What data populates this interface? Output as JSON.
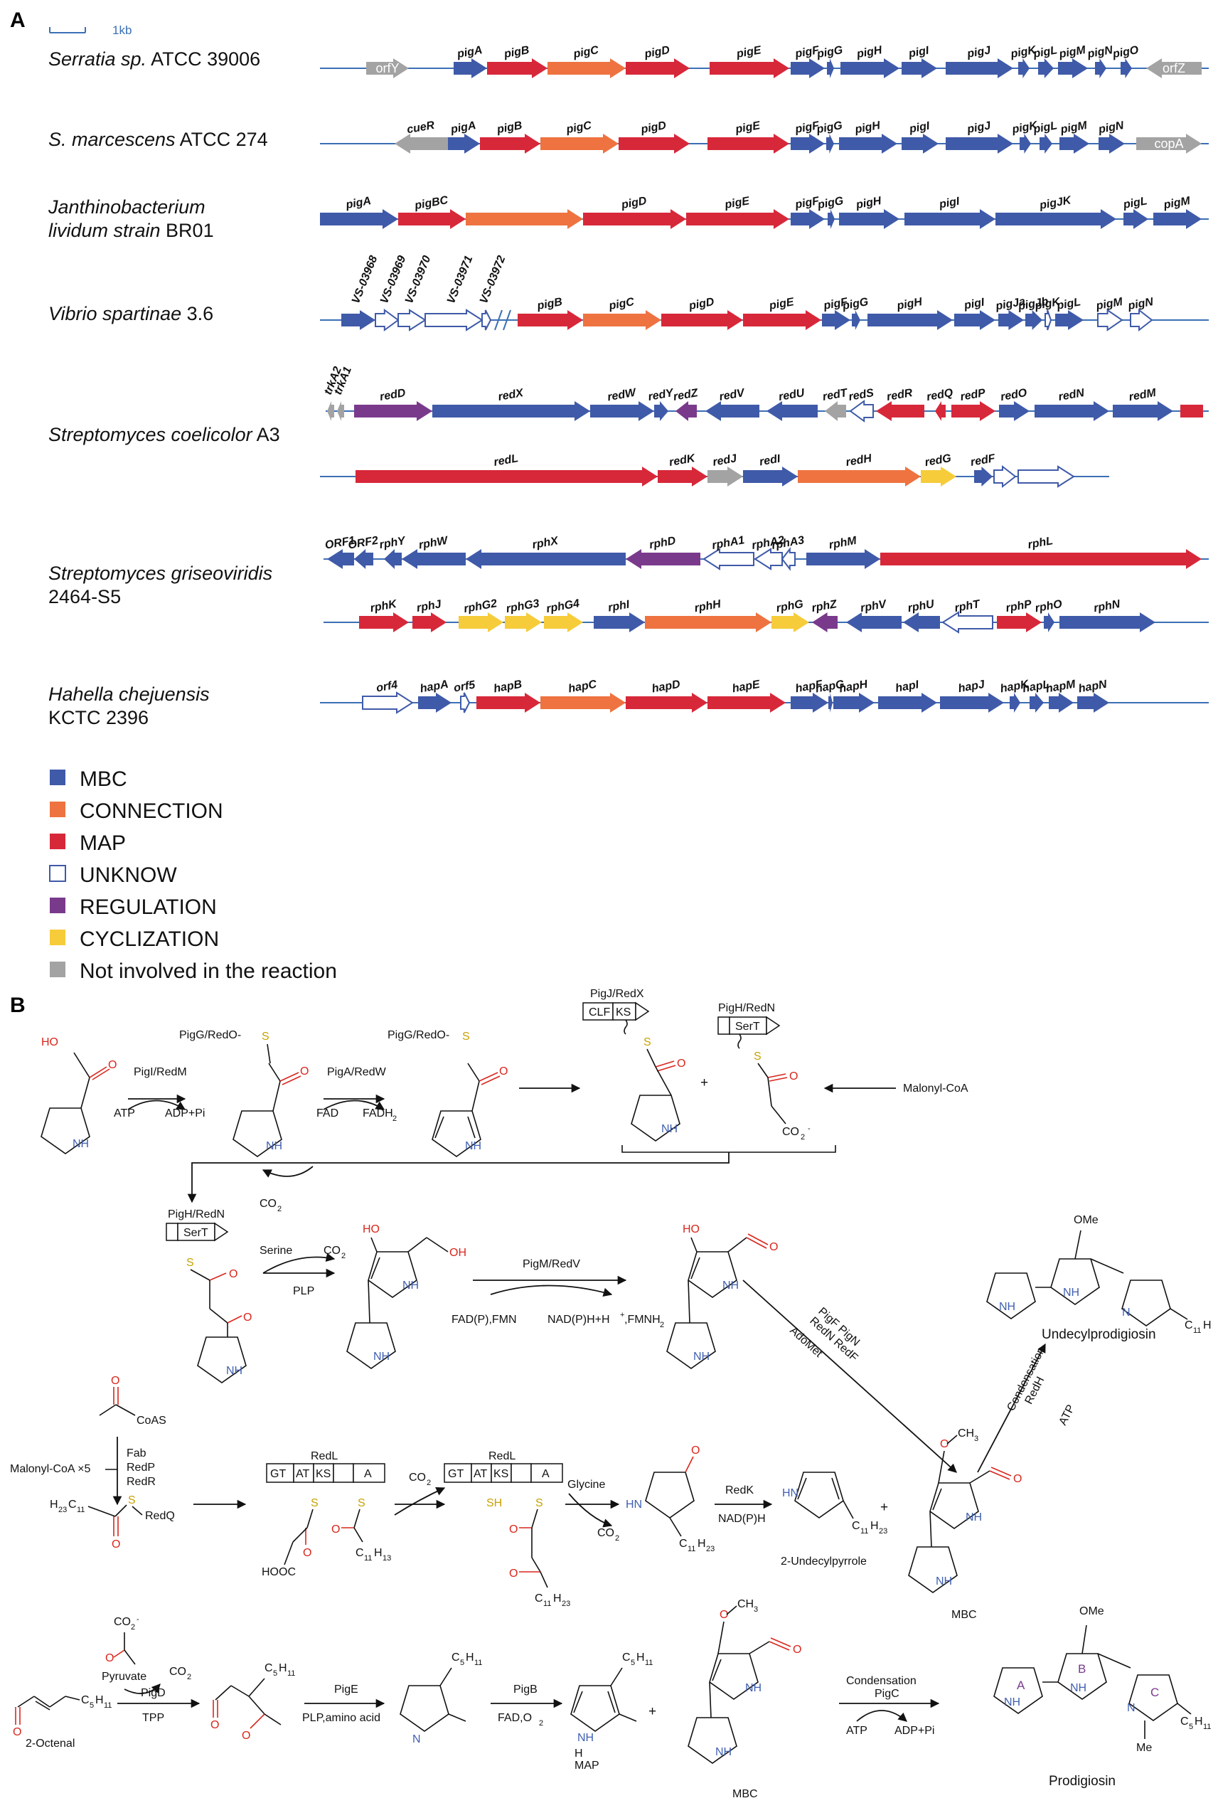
{
  "panels": {
    "a": "A",
    "b": "B"
  },
  "scale_bar": {
    "label": "1kb"
  },
  "colors": {
    "MBC": "#3f5aa8",
    "CONNECTION": "#ee7340",
    "MAP": "#d7283a",
    "UNKNOW": "#ffffff",
    "UNKNOW_stroke": "#3f5aa8",
    "REGULATION": "#7a3a8c",
    "CYCLIZATION": "#f6cc3b",
    "NOTINV": "#a3a3a3",
    "line": "#3b6fb5"
  },
  "legend": [
    {
      "cat": "MBC",
      "label": "MBC"
    },
    {
      "cat": "CONNECTION",
      "label": "CONNECTION"
    },
    {
      "cat": "MAP",
      "label": "MAP"
    },
    {
      "cat": "UNKNOW",
      "label": "UNKNOW"
    },
    {
      "cat": "REGULATION",
      "label": "REGULATION"
    },
    {
      "cat": "CYCLIZATION",
      "label": "CYCLIZATION"
    },
    {
      "cat": "NOTINV",
      "label": "Not involved in the reaction"
    }
  ],
  "organisms": [
    {
      "lines": [
        "Serratia sp.",
        " ATCC 39006"
      ],
      "italic_parts": [
        true,
        false
      ]
    },
    {
      "lines": [
        "S. marcescens",
        " ATCC 274"
      ],
      "italic_parts": [
        true,
        false
      ]
    },
    {
      "lines": [
        "Janthinobacterium",
        "lividum strain",
        " BR01"
      ],
      "italic_parts": [
        true,
        true,
        false
      ]
    },
    {
      "lines": [
        "Vibrio spartinae",
        " 3.6"
      ],
      "italic_parts": [
        true,
        false
      ]
    },
    {
      "lines": [
        "Streptomyces coelicolor",
        " A3"
      ],
      "italic_parts": [
        true,
        false
      ]
    },
    {
      "lines": [
        "Streptomyces griseoviridis",
        "2464-S5"
      ],
      "italic_parts": [
        true,
        false
      ]
    },
    {
      "lines": [
        "Hahella chejuensis",
        "KCTC 2396"
      ],
      "italic_parts": [
        true,
        false
      ]
    }
  ],
  "clusters": [
    {
      "genes": [
        {
          "label": "orfY",
          "cat": "NOTINV",
          "inside": true,
          "dir": 1
        },
        {
          "label": "pigA",
          "cat": "MBC",
          "dir": 1
        },
        {
          "label": "pigB",
          "cat": "MAP",
          "dir": 1
        },
        {
          "label": "pigC",
          "cat": "CONNECTION",
          "dir": 1
        },
        {
          "label": "pigD",
          "cat": "MAP",
          "dir": 1
        },
        {
          "label": "pigE",
          "cat": "MAP",
          "dir": 1
        },
        {
          "label": "pigF",
          "cat": "MBC",
          "dir": 1
        },
        {
          "label": "pigG",
          "cat": "MBC",
          "dir": 1
        },
        {
          "label": "pigH",
          "cat": "MBC",
          "dir": 1
        },
        {
          "label": "pigI",
          "cat": "MBC",
          "dir": 1
        },
        {
          "label": "pigJ",
          "cat": "MBC",
          "dir": 1
        },
        {
          "label": "pigK",
          "cat": "MBC",
          "dir": 1
        },
        {
          "label": "pigL",
          "cat": "MBC",
          "dir": 1
        },
        {
          "label": "pigM",
          "cat": "MBC",
          "dir": 1
        },
        {
          "label": "pigN",
          "cat": "MBC",
          "dir": 1
        },
        {
          "label": "pigO",
          "cat": "MBC",
          "dir": 1
        },
        {
          "label": "orfZ",
          "cat": "NOTINV",
          "inside": true,
          "dir": -1
        }
      ]
    },
    {
      "genes": [
        {
          "label": "cueR",
          "cat": "NOTINV",
          "dir": -1
        },
        {
          "label": "pigA",
          "cat": "MBC",
          "dir": 1
        },
        {
          "label": "pigB",
          "cat": "MAP",
          "dir": 1
        },
        {
          "label": "pigC",
          "cat": "CONNECTION",
          "dir": 1
        },
        {
          "label": "pigD",
          "cat": "MAP",
          "dir": 1
        },
        {
          "label": "pigE",
          "cat": "MAP",
          "dir": 1
        },
        {
          "label": "pigF",
          "cat": "MBC",
          "dir": 1
        },
        {
          "label": "pigG",
          "cat": "MBC",
          "dir": 1
        },
        {
          "label": "pigH",
          "cat": "MBC",
          "dir": 1
        },
        {
          "label": "pigI",
          "cat": "MBC",
          "dir": 1
        },
        {
          "label": "pigJ",
          "cat": "MBC",
          "dir": 1
        },
        {
          "label": "pigK",
          "cat": "MBC",
          "dir": 1
        },
        {
          "label": "pigL",
          "cat": "MBC",
          "dir": 1
        },
        {
          "label": "pigM",
          "cat": "MBC",
          "dir": 1
        },
        {
          "label": "pigN",
          "cat": "MBC",
          "dir": 1
        },
        {
          "label": "copA",
          "cat": "NOTINV",
          "inside": true,
          "dir": 1
        }
      ]
    },
    {
      "genes": [
        {
          "label": "pigA",
          "cat": "MBC",
          "dir": 1
        },
        {
          "label": "pigBC",
          "cat": "MAP",
          "dir": 1
        },
        {
          "label": "",
          "cat": "CONNECTION",
          "dir": 1
        },
        {
          "label": "pigD",
          "cat": "MAP",
          "dir": 1
        },
        {
          "label": "pigE",
          "cat": "MAP",
          "dir": 1
        },
        {
          "label": "pigF",
          "cat": "MBC",
          "dir": 1
        },
        {
          "label": "pigG",
          "cat": "MBC",
          "dir": 1
        },
        {
          "label": "pigH",
          "cat": "MBC",
          "dir": 1
        },
        {
          "label": "pigI",
          "cat": "MBC",
          "dir": 1
        },
        {
          "label": "pigJK",
          "cat": "MBC",
          "dir": 1
        },
        {
          "label": "pigL",
          "cat": "MBC",
          "dir": 1
        },
        {
          "label": "pigM",
          "cat": "MBC",
          "dir": 1
        }
      ]
    },
    {
      "genes": [
        {
          "label": "VS-03968",
          "cat": "MBC",
          "dir": 1,
          "rot": true
        },
        {
          "label": "VS-03969",
          "cat": "UNKNOW",
          "dir": 1,
          "rot": true
        },
        {
          "label": "VS-03970",
          "cat": "UNKNOW",
          "dir": 1,
          "rot": true
        },
        {
          "label": "VS-03971",
          "cat": "UNKNOW",
          "dir": 1,
          "rot": true
        },
        {
          "label": "VS-03972",
          "cat": "UNKNOW",
          "dir": 1,
          "rot": true
        },
        {
          "label": "pigB",
          "cat": "MAP",
          "dir": 1
        },
        {
          "label": "pigC",
          "cat": "CONNECTION",
          "dir": 1
        },
        {
          "label": "pigD",
          "cat": "MAP",
          "dir": 1
        },
        {
          "label": "pigE",
          "cat": "MAP",
          "dir": 1
        },
        {
          "label": "pigF",
          "cat": "MBC",
          "dir": 1
        },
        {
          "label": "pigG",
          "cat": "MBC",
          "dir": 1
        },
        {
          "label": "pigH",
          "cat": "MBC",
          "dir": 1
        },
        {
          "label": "pigI",
          "cat": "MBC",
          "dir": 1
        },
        {
          "label": "pigJa",
          "cat": "MBC",
          "dir": 1
        },
        {
          "label": "pigJb",
          "cat": "MBC",
          "dir": 1
        },
        {
          "label": "pigK",
          "cat": "UNKNOW",
          "dir": 1
        },
        {
          "label": "pigL",
          "cat": "MBC",
          "dir": 1
        },
        {
          "label": "pigM",
          "cat": "UNKNOW",
          "dir": 1
        },
        {
          "label": "pigN",
          "cat": "UNKNOW",
          "dir": 1
        }
      ]
    },
    {
      "genes": [
        {
          "label": "trkA2",
          "cat": "NOTINV",
          "dir": -1,
          "rot": true
        },
        {
          "label": "trkA1",
          "cat": "NOTINV",
          "dir": -1,
          "rot": true
        },
        {
          "label": "redD",
          "cat": "REGULATION",
          "dir": 1
        },
        {
          "label": "redX",
          "cat": "MBC",
          "dir": 1
        },
        {
          "label": "redW",
          "cat": "MBC",
          "dir": 1
        },
        {
          "label": "redY",
          "cat": "MBC",
          "dir": 1
        },
        {
          "label": "redZ",
          "cat": "REGULATION",
          "dir": -1
        },
        {
          "label": "redV",
          "cat": "MBC",
          "dir": -1
        },
        {
          "label": "redU",
          "cat": "MBC",
          "dir": -1
        },
        {
          "label": "redT",
          "cat": "NOTINV",
          "dir": -1
        },
        {
          "label": "redS",
          "cat": "UNKNOW",
          "dir": -1
        },
        {
          "label": "redR",
          "cat": "MAP",
          "dir": -1
        },
        {
          "label": "redQ",
          "cat": "MAP",
          "dir": -1
        },
        {
          "label": "redP",
          "cat": "MAP",
          "dir": 1
        },
        {
          "label": "redO",
          "cat": "MBC",
          "dir": 1
        },
        {
          "label": "redN",
          "cat": "MBC",
          "dir": 1
        },
        {
          "label": "redM",
          "cat": "MBC",
          "dir": 1
        },
        {
          "label": "",
          "cat": "MAP",
          "dir": 0
        }
      ]
    },
    {
      "genes": [
        {
          "label": "redL",
          "cat": "MAP",
          "dir": 1
        },
        {
          "label": "redK",
          "cat": "MAP",
          "dir": 1
        },
        {
          "label": "redJ",
          "cat": "NOTINV",
          "dir": 1
        },
        {
          "label": "redI",
          "cat": "MBC",
          "dir": 1
        },
        {
          "label": "redH",
          "cat": "CONNECTION",
          "dir": 1
        },
        {
          "label": "redG",
          "cat": "CYCLIZATION",
          "dir": 1
        },
        {
          "label": "redF",
          "cat": "MBC",
          "dir": 1
        },
        {
          "label": "",
          "cat": "UNKNOW",
          "dir": 1
        },
        {
          "label": "",
          "cat": "UNKNOW",
          "dir": 1
        }
      ]
    },
    {
      "genes": [
        {
          "label": "ORF1",
          "cat": "MBC",
          "dir": -1
        },
        {
          "label": "ORF2",
          "cat": "MBC",
          "dir": -1
        },
        {
          "label": "rphY",
          "cat": "MBC",
          "dir": -1
        },
        {
          "label": "rphW",
          "cat": "MBC",
          "dir": -1
        },
        {
          "label": "rphX",
          "cat": "MBC",
          "dir": -1
        },
        {
          "label": "rphD",
          "cat": "REGULATION",
          "dir": -1
        },
        {
          "label": "rphA1",
          "cat": "UNKNOW",
          "dir": -1
        },
        {
          "label": "rphA2",
          "cat": "UNKNOW",
          "dir": -1
        },
        {
          "label": "rphA3",
          "cat": "UNKNOW",
          "dir": -1
        },
        {
          "label": "rphM",
          "cat": "MBC",
          "dir": 1
        },
        {
          "label": "rphL",
          "cat": "MAP",
          "dir": 1
        }
      ]
    },
    {
      "genes": [
        {
          "label": "rphK",
          "cat": "MAP",
          "dir": 1
        },
        {
          "label": "rphJ",
          "cat": "MAP",
          "dir": 1
        },
        {
          "label": "rphG2",
          "cat": "CYCLIZATION",
          "dir": 1
        },
        {
          "label": "rphG3",
          "cat": "CYCLIZATION",
          "dir": 1
        },
        {
          "label": "rphG4",
          "cat": "CYCLIZATION",
          "dir": 1
        },
        {
          "label": "rphI",
          "cat": "MBC",
          "dir": 1
        },
        {
          "label": "rphH",
          "cat": "CONNECTION",
          "dir": 1
        },
        {
          "label": "rphG",
          "cat": "CYCLIZATION",
          "dir": 1
        },
        {
          "label": "rphZ",
          "cat": "REGULATION",
          "dir": -1
        },
        {
          "label": "rphV",
          "cat": "MBC",
          "dir": -1
        },
        {
          "label": "rphU",
          "cat": "MBC",
          "dir": -1
        },
        {
          "label": "rphT",
          "cat": "UNKNOW",
          "dir": -1
        },
        {
          "label": "rphP",
          "cat": "MAP",
          "dir": 1
        },
        {
          "label": "rphO",
          "cat": "MBC",
          "dir": 1
        },
        {
          "label": "rphN",
          "cat": "MBC",
          "dir": 1
        }
      ]
    },
    {
      "genes": [
        {
          "label": "orf4",
          "cat": "UNKNOW",
          "dir": 1
        },
        {
          "label": "hapA",
          "cat": "MBC",
          "dir": 1
        },
        {
          "label": "orf5",
          "cat": "UNKNOW",
          "dir": 1
        },
        {
          "label": "hapB",
          "cat": "MAP",
          "dir": 1
        },
        {
          "label": "hapC",
          "cat": "CONNECTION",
          "dir": 1
        },
        {
          "label": "hapD",
          "cat": "MAP",
          "dir": 1
        },
        {
          "label": "hapE",
          "cat": "MAP",
          "dir": 1
        },
        {
          "label": "hapF",
          "cat": "MBC",
          "dir": 1
        },
        {
          "label": "hapG",
          "cat": "MBC",
          "dir": 1
        },
        {
          "label": "hapH",
          "cat": "MBC",
          "dir": 1
        },
        {
          "label": "hapI",
          "cat": "MBC",
          "dir": 1
        },
        {
          "label": "hapJ",
          "cat": "MBC",
          "dir": 1
        },
        {
          "label": "hapK",
          "cat": "MBC",
          "dir": 1
        },
        {
          "label": "hapL",
          "cat": "MBC",
          "dir": 1
        },
        {
          "label": "hapM",
          "cat": "MBC",
          "dir": 1
        },
        {
          "label": "hapN",
          "cat": "MBC",
          "dir": 1
        }
      ]
    }
  ],
  "pathway": {
    "enzymes": {
      "e1": "PigI/RedM",
      "e1_in": "ATP",
      "e1_out": "ADP+Pi",
      "e2": "PigA/RedW",
      "e2_in": "FAD",
      "e2_out": "FADH",
      "t1": "PigG/RedO-",
      "t2": "PigG/RedO-",
      "pigj": "PigJ/RedX",
      "clf": "CLF",
      "ks": "KS",
      "pigh": "PigH/RedN",
      "sert": "SerT",
      "malonyl": "Malonyl-CoA",
      "co2": "CO",
      "serine": "Serine",
      "plp": "PLP",
      "pigm": "PigM/RedV",
      "fad": "FAD(P),FMN",
      "nadph": "NAD(P)H+H",
      "fmnh": ",FMNH",
      "pigf": "PigF PigN",
      "redn": "RedN RedF",
      "adomet": "AdoMet",
      "cond": "Condensation",
      "redh": "RedH",
      "atp": "ATP",
      "undecyl": "Undecylprodigiosin",
      "coas": "CoAS",
      "malonyl5": "Malonyl-CoA ×5",
      "fab": "Fab",
      "redp": "RedP",
      "redr": "RedR",
      "redq": "RedQ",
      "redl": "RedL",
      "gt": "GT",
      "at": "AT",
      "ks2": "KS",
      "a": "A",
      "glycine": "Glycine",
      "redk": "RedK",
      "nadph2": "NAD(P)H",
      "undecylpyrrole": "2-Undecylpyrrole",
      "mbc": "MBC",
      "pyruvate": "Pyruvate",
      "pigd": "PigD",
      "tpp": "TPP",
      "octenal": "2-Octenal",
      "pige": "PigE",
      "plpaa": "PLP,amino acid",
      "pigb": "PigB",
      "fado2": "FAD,O",
      "map": "MAP",
      "condensation": "Condensation",
      "pigc": "PigC",
      "atp2": "ATP",
      "adppi": "ADP+Pi",
      "prodigiosin": "Prodigiosin",
      "ome": "OMe",
      "me": "Me",
      "ringA": "A",
      "ringB": "B",
      "ringC": "C"
    }
  }
}
